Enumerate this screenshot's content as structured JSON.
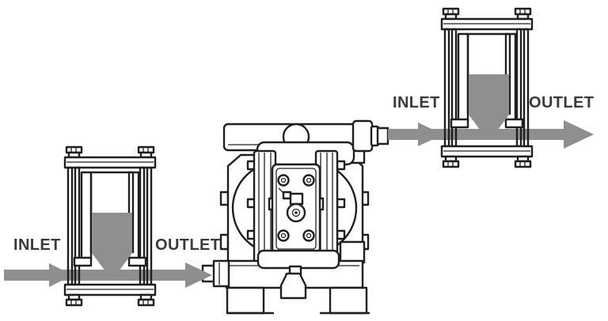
{
  "figure": {
    "labels": {
      "left_inlet": "INLET",
      "left_outlet": "OUTLET",
      "right_inlet": "INLET",
      "right_outlet": "OUTLET"
    },
    "colors": {
      "line": "#1f1f1f",
      "flow": "#8f8f8f",
      "background": "#ffffff",
      "label": "#3a3a3a"
    }
  }
}
